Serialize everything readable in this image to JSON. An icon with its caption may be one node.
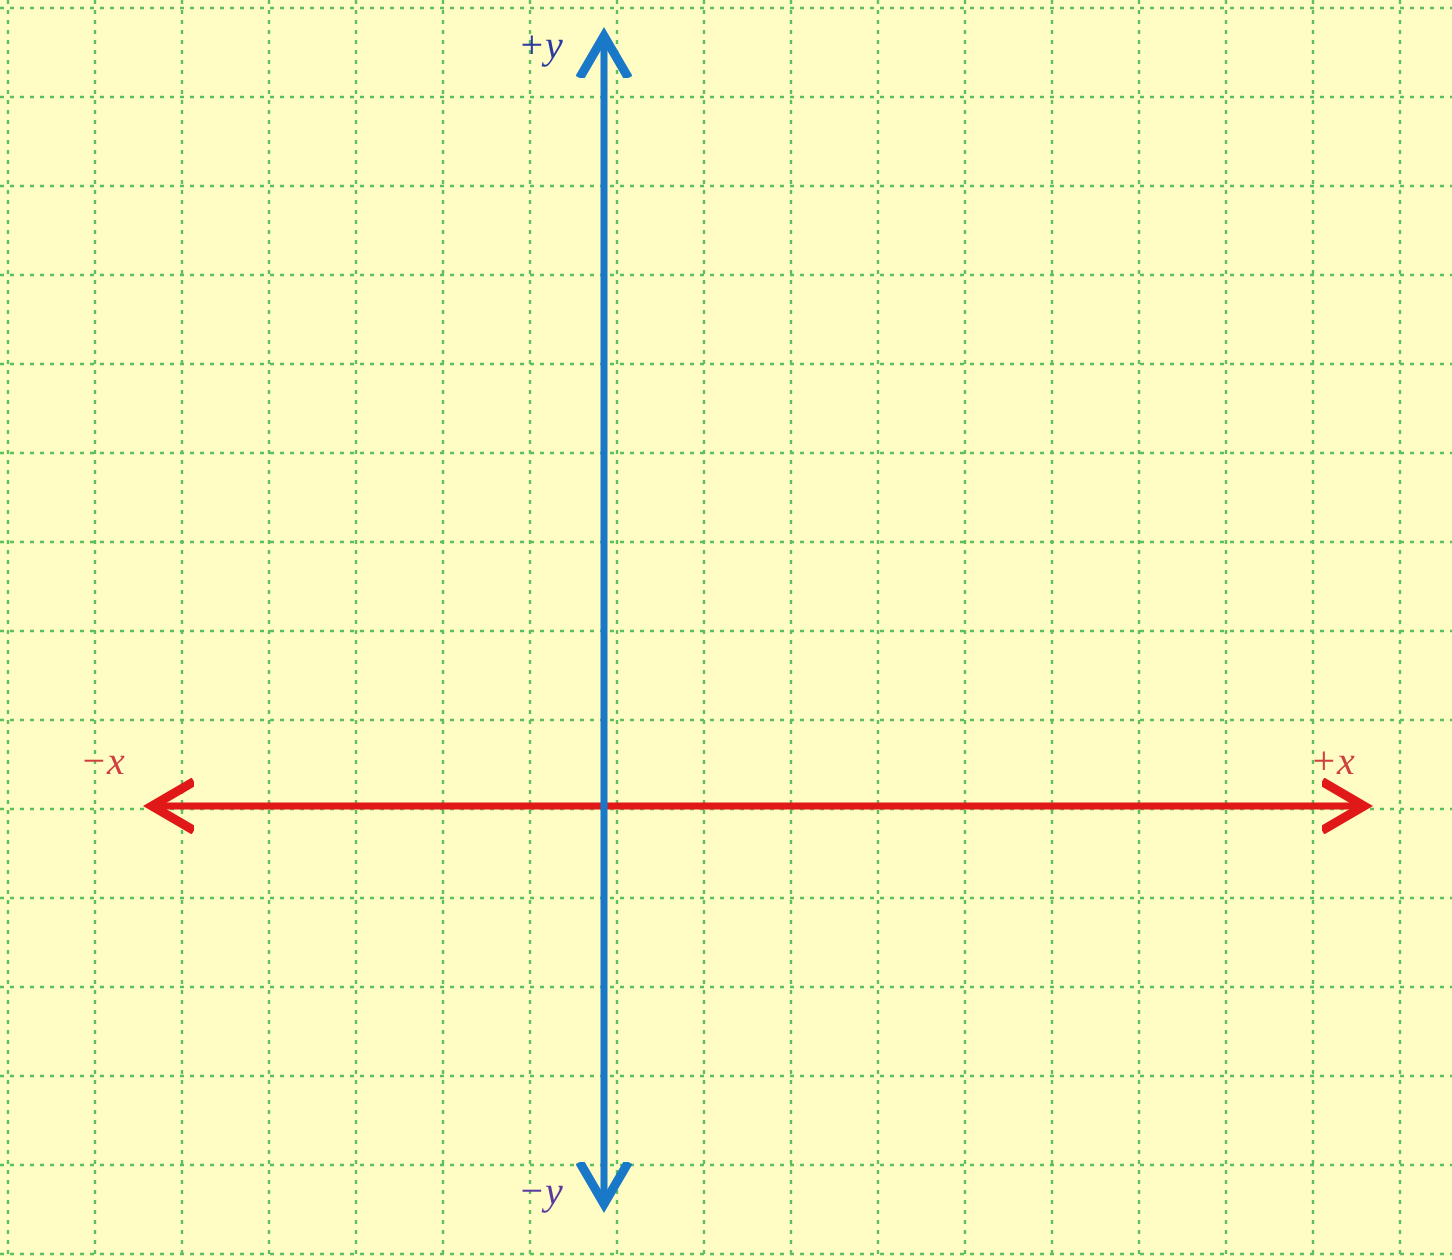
{
  "diagram": {
    "labels": [
      "+y",
      "−x",
      "+x",
      "−y"
    ]
  }
}
